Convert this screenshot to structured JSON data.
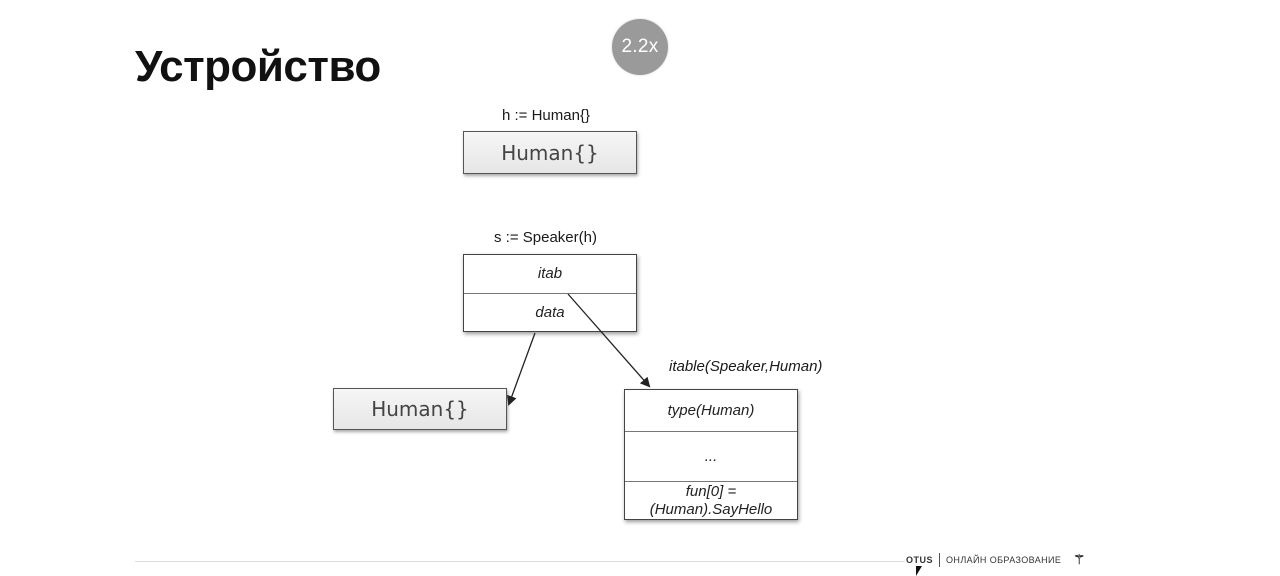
{
  "slide": {
    "title": "Устройство"
  },
  "player": {
    "speed_badge": "2.2x"
  },
  "diagram": {
    "label_h": "h := Human{}",
    "box_human_top": "Human{}",
    "label_s": "s := Speaker(h)",
    "speaker_cells": [
      "itab",
      "data"
    ],
    "box_human_left": "Human{}",
    "label_itable": "itable(Speaker,Human)",
    "itable_cells": [
      "type(Human)",
      "...",
      "fun[0] =\n(Human).SayHello"
    ]
  },
  "footer": {
    "brand": "OTUS",
    "tagline": "ОНЛАЙН ОБРАЗОВАНИЕ",
    "logo_icon": "otus-logo-icon"
  }
}
